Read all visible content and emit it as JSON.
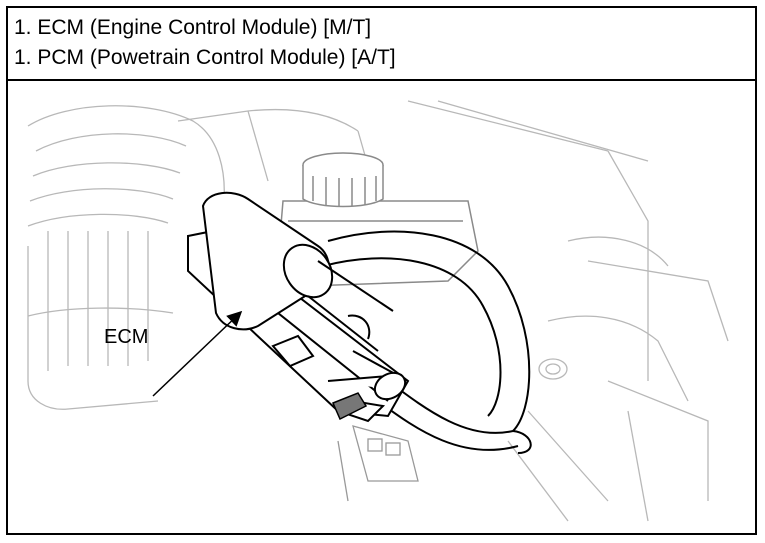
{
  "caption": {
    "line1": "1. ECM (Engine Control Module) [M/T]",
    "line2": "1. PCM (Powetrain Control Module) [A/T]"
  },
  "figure": {
    "callout_label": "ECM"
  }
}
